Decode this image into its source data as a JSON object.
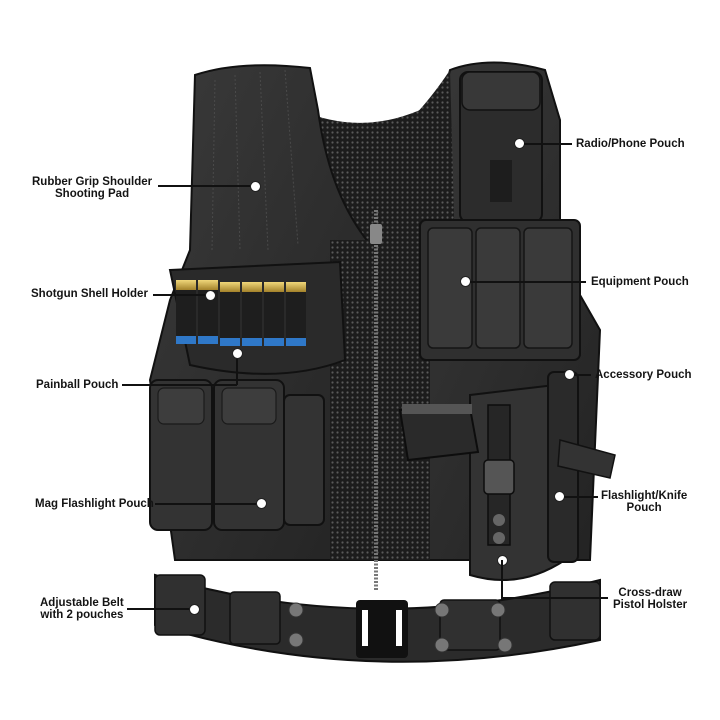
{
  "diagram": {
    "subject": "Tactical vest",
    "background": "#ffffff",
    "vest_color": "#2a2a2a",
    "shell_brass_color": "#c9a640",
    "shell_band_color": "#2f78c8",
    "callouts_left": [
      {
        "id": "shoulder-pad",
        "line1": "Rubber Grip Shoulder",
        "line2": "Shooting Pad"
      },
      {
        "id": "shell-holder",
        "line1": "Shotgun Shell Holder"
      },
      {
        "id": "painball-pouch",
        "line1": "Painball Pouch"
      },
      {
        "id": "mag-flashlight-pouch",
        "line1": "Mag Flashlight Pouch"
      },
      {
        "id": "adjustable-belt",
        "line1": "Adjustable Belt",
        "line2": "with 2 pouches"
      }
    ],
    "callouts_right": [
      {
        "id": "radio-phone-pouch",
        "line1": "Radio/Phone Pouch"
      },
      {
        "id": "equipment-pouch",
        "line1": "Equipment Pouch"
      },
      {
        "id": "accessory-pouch",
        "line1": "Accessory Pouch"
      },
      {
        "id": "flashlight-knife-pouch",
        "line1": "Flashlight/Knife",
        "line2": "Pouch"
      },
      {
        "id": "cross-draw-holster",
        "line1": "Cross-draw",
        "line2": "Pistol Holster"
      }
    ]
  }
}
